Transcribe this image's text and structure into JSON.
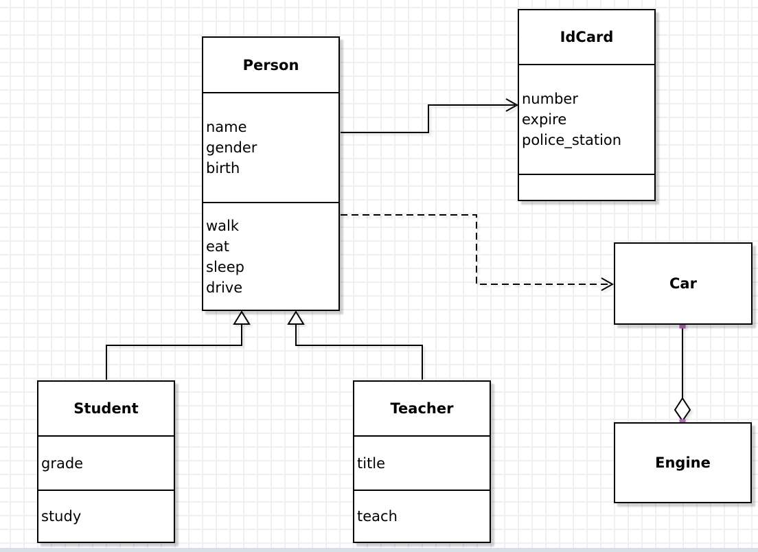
{
  "classes": {
    "person": {
      "name": "Person",
      "attributes": [
        "name",
        "gender",
        "birth"
      ],
      "methods": [
        "walk",
        "eat",
        "sleep",
        "drive"
      ]
    },
    "idcard": {
      "name": "IdCard",
      "attributes": [
        "number",
        "expire",
        "police_station"
      ],
      "methods": []
    },
    "car": {
      "name": "Car",
      "attributes": [],
      "methods": []
    },
    "engine": {
      "name": "Engine",
      "attributes": [],
      "methods": []
    },
    "student": {
      "name": "Student",
      "attributes": [
        "grade"
      ],
      "methods": [
        "study"
      ]
    },
    "teacher": {
      "name": "Teacher",
      "attributes": [
        "title"
      ],
      "methods": [
        "teach"
      ]
    }
  },
  "relationships": [
    {
      "from": "Person",
      "to": "IdCard",
      "type": "association",
      "line": "solid",
      "arrow": "open"
    },
    {
      "from": "Person",
      "to": "Car",
      "type": "dependency",
      "line": "dashed",
      "arrow": "open"
    },
    {
      "from": "Student",
      "to": "Person",
      "type": "generalization",
      "line": "solid",
      "arrow": "hollow-triangle"
    },
    {
      "from": "Teacher",
      "to": "Person",
      "type": "generalization",
      "line": "solid",
      "arrow": "hollow-triangle"
    },
    {
      "from": "Car",
      "to": "Engine",
      "type": "aggregation",
      "line": "solid",
      "arrow": "hollow-diamond"
    }
  ],
  "colors": {
    "box_border": "#000000",
    "box_fill": "#ffffff",
    "grid_line": "#f0f0f3",
    "endpoint_handle": "#b369b3",
    "bottom_strip": "#d7dfe8"
  }
}
